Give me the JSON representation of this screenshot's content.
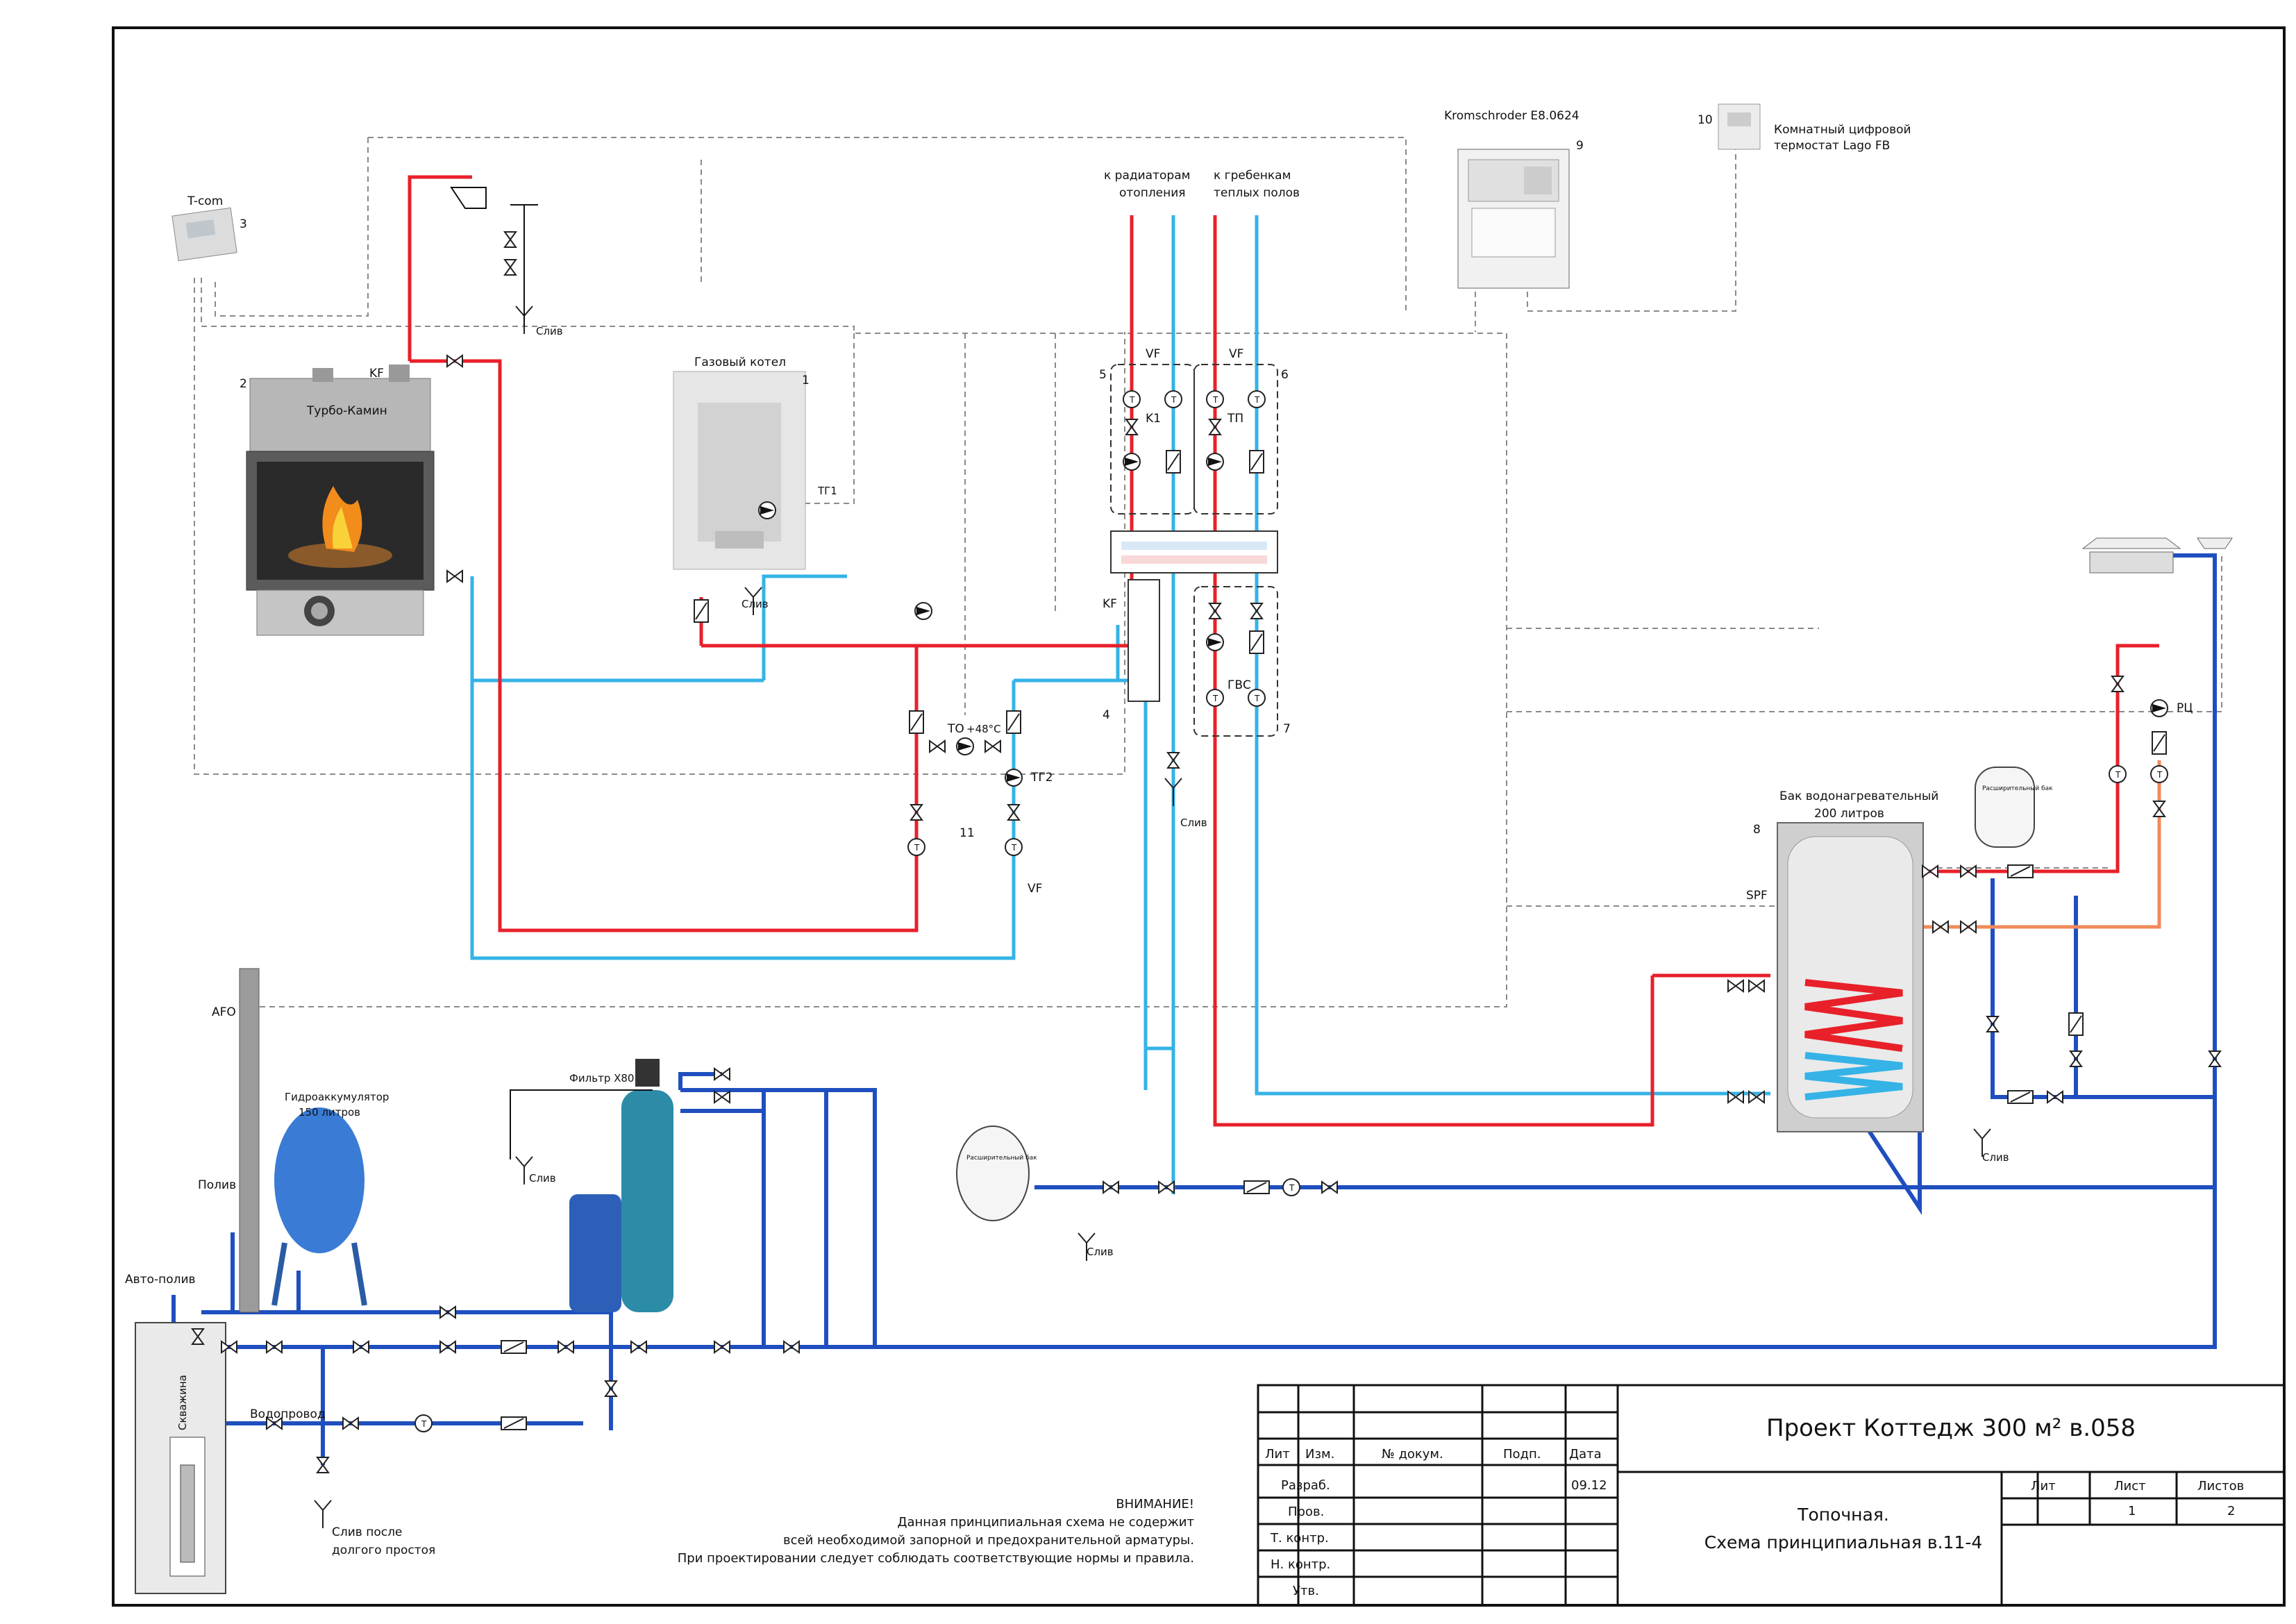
{
  "labels": {
    "to_radiators_1": "к радиаторам",
    "to_radiators_2": "отопления",
    "to_floors_1": "к гребенкам",
    "to_floors_2": "теплых полов",
    "kromschroder": "Kromschroder E8.0624",
    "thermostat_1": "Комнатный цифровой",
    "thermostat_2": "термостат Lago FB",
    "tcom": "T-com",
    "turbo_kamin": "Турбо-Камин",
    "gas_boiler": "Газовый котел",
    "slive": "Слив",
    "kf": "KF",
    "vf": "VF",
    "k1": "K1",
    "tp": "ТП",
    "gvs": "ГВС",
    "tg1": "ТГ1",
    "tg2": "ТГ2",
    "to": "ТО",
    "to_temp": "+48°C",
    "spf": "SPF",
    "afo": "AFO",
    "rc": "РЦ",
    "boiler_tank_1": "Бак водонагревательный",
    "boiler_tank_2": "200 литров",
    "exp_tank": "Расширительный бак",
    "hydro_1": "Гидроаккумулятор",
    "hydro_2": "150 литров",
    "filter": "Фильтр X80",
    "poliv": "Полив",
    "avto_poliv": "Авто-полив",
    "vodoprovod": "Водопровод",
    "skvazhina": "Скважина",
    "slive_after_1": "Слив после",
    "slive_after_2": "долгого простоя",
    "n1": "1",
    "n2": "2",
    "n3": "3",
    "n4": "4",
    "n5": "5",
    "n6": "6",
    "n7": "7",
    "n8": "8",
    "n9": "9",
    "n10": "10",
    "n11": "11"
  },
  "notice": {
    "title": "ВНИМАНИЕ!",
    "line1": "Данная принципиальная схема не содержит",
    "line2": "всей необходимой запорной и предохранительной арматуры.",
    "line3": "При проектировании следует соблюдать соответствующие нормы и правила."
  },
  "title_block": {
    "project": "Проект Коттедж 300 м² в.058",
    "name_1": "Топочная.",
    "name_2": "Схема принципиальная в.11-4",
    "col_lit": "Лит",
    "col_izm": "Изм.",
    "col_doc": "№ докум.",
    "col_sign": "Подп.",
    "col_date": "Дата",
    "row_razrab": "Разраб.",
    "row_prov": "Пров.",
    "row_tkontr": "Т. контр.",
    "row_nkontr": "Н. контр.",
    "row_utv": "Утв.",
    "date_value": "09.12",
    "hdr_lit": "Лит",
    "hdr_list": "Лист",
    "hdr_listov": "Листов",
    "list_value": "1",
    "listov_value": "2"
  },
  "colors": {
    "hot": "#e8202a",
    "return": "#35b3e6",
    "cold": "#1f4fbf",
    "warm": "#f08a5a",
    "control": "#8a8a8a"
  }
}
